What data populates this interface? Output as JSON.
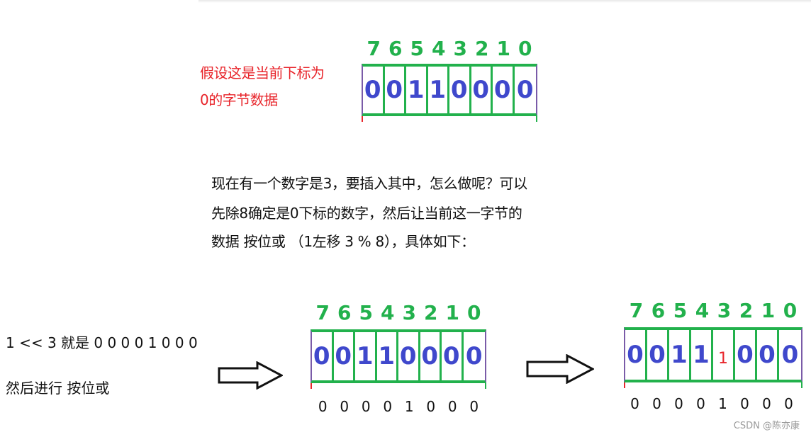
{
  "note": {
    "line1": "假设这是当前下标为",
    "line2": "0的字节数据"
  },
  "description": [
    "现在有一个数字是3，要插入其中，怎么做呢？可以",
    "先除8确定是0下标的数字，然后让当前这一字节的",
    "数据 按位或 （1左移 3 % 8），具体如下："
  ],
  "shift_text": "1 << 3 就是 0 0 0 0 1 0 0 0",
  "or_text": "然后进行 按位或",
  "byte_top": {
    "indices": [
      "7",
      "6",
      "5",
      "4",
      "3",
      "2",
      "1",
      "0"
    ],
    "bits": [
      "0",
      "0",
      "1",
      "1",
      "0",
      "0",
      "0",
      "0"
    ]
  },
  "byte_middle": {
    "indices": [
      "7",
      "6",
      "5",
      "4",
      "3",
      "2",
      "1",
      "0"
    ],
    "bits": [
      "0",
      "0",
      "1",
      "1",
      "0",
      "0",
      "0",
      "0"
    ],
    "below": [
      "0",
      "0",
      "0",
      "0",
      "1",
      "0",
      "0",
      "0"
    ]
  },
  "byte_right": {
    "indices": [
      "7",
      "6",
      "5",
      "4",
      "3",
      "2",
      "1",
      "0"
    ],
    "bits": [
      "0",
      "0",
      "1",
      "1",
      "1",
      "0",
      "0",
      "0"
    ],
    "highlight_index": 4,
    "below": [
      "0",
      "0",
      "0",
      "0",
      "1",
      "0",
      "0",
      "0"
    ]
  },
  "colors": {
    "note": "#e8252b",
    "index": "#22b14c",
    "bit": "#3f48cc",
    "highlight_bit": "#e8252b",
    "grid": "#22b14c"
  },
  "watermark": "CSDN @陈亦康"
}
